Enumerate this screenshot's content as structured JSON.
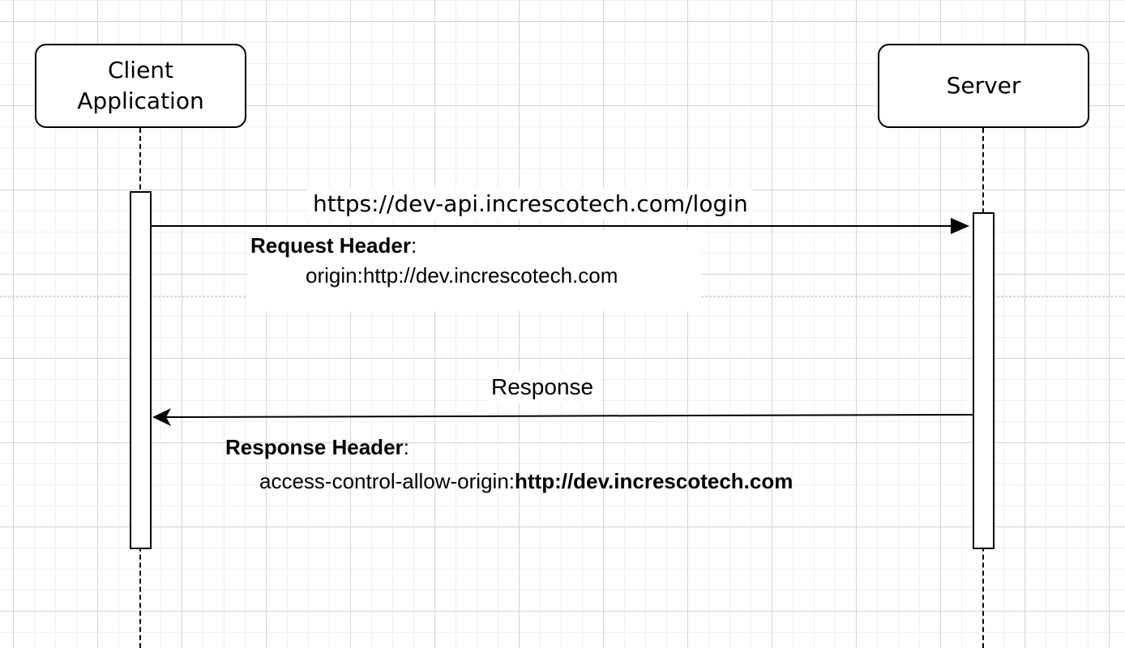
{
  "diagram": {
    "type": "sequence",
    "participants": [
      {
        "id": "client",
        "label_line1": "Client",
        "label_line2": "Application"
      },
      {
        "id": "server",
        "label": "Server"
      }
    ],
    "messages": [
      {
        "from": "client",
        "to": "server",
        "label": "https://dev-api.increscotech.com/login",
        "note": {
          "title": "Request Header",
          "title_suffix": ":",
          "key": "origin:",
          "value": "http://dev.increscotech.com"
        }
      },
      {
        "from": "server",
        "to": "client",
        "label": "Response",
        "note": {
          "title": "Response Header",
          "title_suffix": ":",
          "key": "access-control-allow-origin:",
          "value": "http://dev.increscotech.com"
        }
      }
    ],
    "colors": {
      "stroke": "#000000",
      "background": "#ffffff",
      "grid_major": "#d4d4d4",
      "grid_minor": "#f0f0f0",
      "page_break": "#bdbdbd"
    }
  }
}
